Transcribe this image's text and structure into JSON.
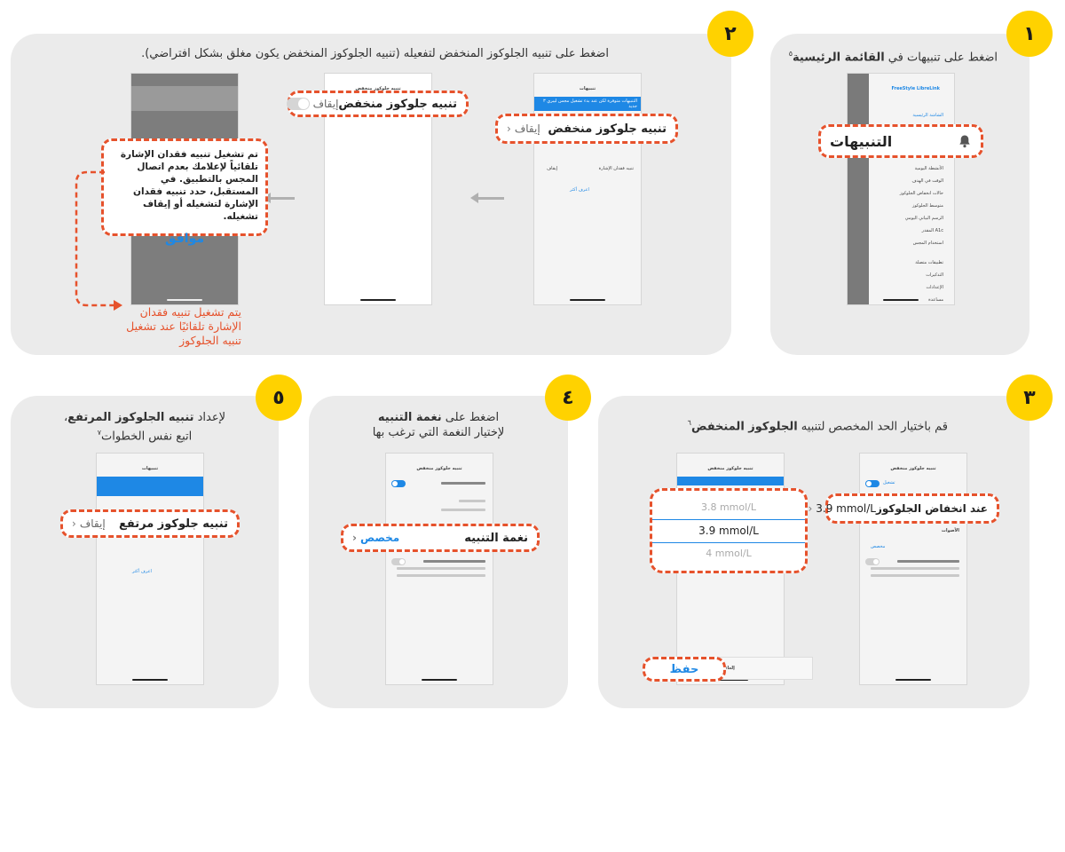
{
  "colors": {
    "panel": "#ebebeb",
    "badge": "#ffd200",
    "accent": "#e6522c",
    "blue": "#1e88e5"
  },
  "panels": {
    "p1": {
      "number": "١",
      "title_plain": "اضغط على تنبيهات في ",
      "title_bold": "القائمة الرئيسية",
      "title_sup": "٥",
      "brand": "FreeStyle LibreLink",
      "menu_items": [
        "الشاشة الرئيسية",
        "الأنشطة اليومية",
        "الوقت في الهدف",
        "حالات انخفاض الجلوكوز",
        "متوسط الجلوكوز",
        "الرسم البياني اليومي",
        "A1c المقدر",
        "استخدام المجس",
        "تطبيقات متصلة",
        "التذكيرات",
        "الإعدادات",
        "مساعدة"
      ],
      "callout": "التنبيهات",
      "bell_icon": "bell-icon"
    },
    "p2": {
      "number": "٢",
      "title": "اضغط على تنبيه الجلوكوز المنخفض لتفعيله (تنبيه الجلوكوز المنخفض يكون مغلق بشكل افتراضي).",
      "screen_header": "تنبيهات",
      "screen_blue": "التنبيهات متوفرة لكن عند بدء تشغيل مجس ليبري ٣ جديد",
      "callout_low": "تنبيه جلوكوز منخفض",
      "callout_low_value": "إيقاف",
      "callout_toggle": "تنبيه جلوكوز منخفض",
      "callout_toggle_value": "إيقاف",
      "signal_loss": "تنبيه فقدان الإشارة",
      "signal_value": "إيقاف",
      "learn_more": "اعرف أكثر",
      "dialog_text": "تم تشغيل تنبيه فقدان الإشارة تلقائياً لإعلامك بعدم اتصال المجس بالتطبيق. في المستقبل، حدد تنبيه فقدان الإشارة لتشغيله أو إيقاف تشغيله.",
      "dialog_button": "موافق",
      "note": "يتم تشغيل تنبيه فقدان\nالإشارة تلقائيًا عند تشغيل\nتنبيه الجلوكوز"
    },
    "p3": {
      "number": "٣",
      "title_plain": "قم باختيار الحد المخصص لتنبيه ",
      "title_bold": "الجلوكوز المنخفض",
      "title_sup": "٦",
      "screen_header": "تنبيه جلوكوز منخفض",
      "on_label": "تشغيل",
      "callout_text": "عند انخفاض الجلوكوز",
      "callout_value": "3.9 mmol/L",
      "picker": [
        "3.8 mmol/L",
        "3.9 mmol/L",
        "4 mmol/L"
      ],
      "save": "حفظ",
      "cancel": "إلغاء",
      "sounds": "الأصوات",
      "custom": "مخصص"
    },
    "p4": {
      "number": "٤",
      "title_line1_plain": "اضغط على ",
      "title_line1_bold": "نغمة التنبيه",
      "title_line2": "لإختيار النغمة التي ترغب بها",
      "screen_header": "تنبيه جلوكوز منخفض",
      "callout_text": "نغمة التنبيه",
      "callout_value": "مخصص"
    },
    "p5": {
      "number": "٥",
      "title_line1_plain": "لإعداد ",
      "title_line1_bold": "تنبيه الجلوكوز المرتفع",
      "title_line1_end": "،",
      "title_line2": "اتبع نفس الخطوات",
      "title_sup": "٧",
      "screen_header": "تنبيهات",
      "callout_text": "تنبيه جلوكوز مرتفع",
      "callout_value": "إيقاف",
      "learn_more": "اعرف أكثر"
    }
  }
}
